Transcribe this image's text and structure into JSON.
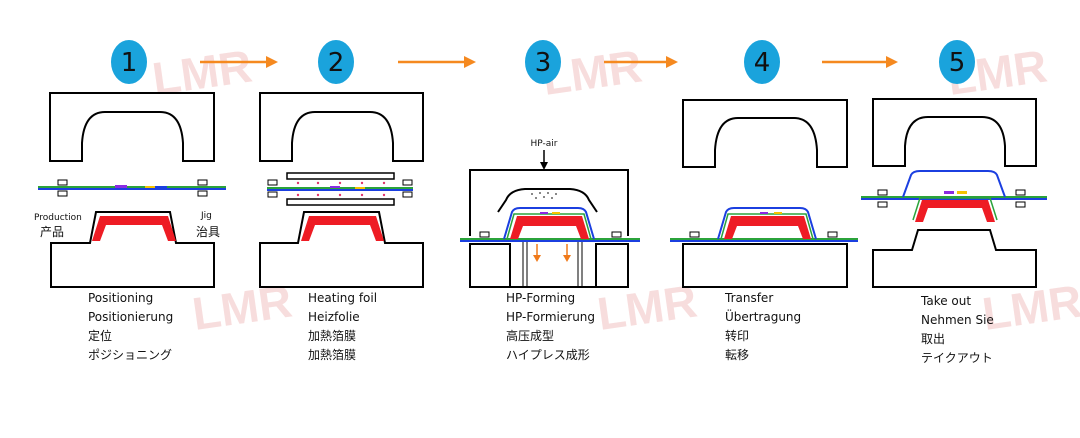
{
  "steps": [
    {
      "number": "1",
      "lines": [
        "Positioning",
        "Positionierung",
        "定位",
        "ポジショニング"
      ]
    },
    {
      "number": "2",
      "lines": [
        "Heating foil",
        "Heizfolie",
        "加熱箔膜",
        "加熱箔膜"
      ]
    },
    {
      "number": "3",
      "lines": [
        "HP-Forming",
        "HP-Formierung",
        "高压成型",
        "ハイプレス成形"
      ]
    },
    {
      "number": "4",
      "lines": [
        "Transfer",
        "Übertragung",
        "转印",
        "転移"
      ]
    },
    {
      "number": "5",
      "lines": [
        "Take out",
        "Nehmen Sie",
        "取出",
        "テイクアウト"
      ]
    }
  ],
  "labels": {
    "production_en": "Production",
    "production_cn": "产品",
    "jig_en": "Jig",
    "jig_cn": "治具",
    "hp_air": "HP-air"
  },
  "watermark": "LMR",
  "colors": {
    "circle": "#1aa3dc",
    "arrow": "#f5891f",
    "product": "#ee1c24",
    "foil_blue": "#1b3fe0",
    "foil_green": "#2ba33b",
    "foil_purple": "#8a2be2",
    "foil_yellow": "#f5c400",
    "heater_dots": "#e0356b",
    "hot_arrow": "#f07a1a",
    "watermark": "#f6d5d5"
  }
}
